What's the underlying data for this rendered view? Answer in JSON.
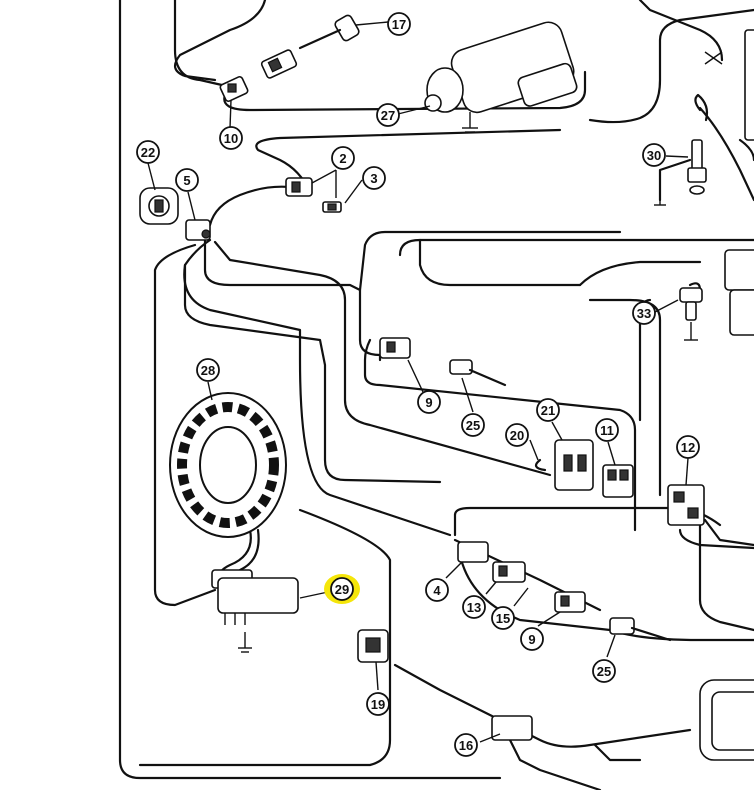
{
  "title": "",
  "highlight_color": "#f5e60a",
  "callouts": [
    {
      "id": "c17",
      "label": "17",
      "highlight": false
    },
    {
      "id": "c10",
      "label": "10",
      "highlight": false
    },
    {
      "id": "c27",
      "label": "27",
      "highlight": false
    },
    {
      "id": "c22",
      "label": "22",
      "highlight": false
    },
    {
      "id": "c5",
      "label": "5",
      "highlight": false
    },
    {
      "id": "c2",
      "label": "2",
      "highlight": false
    },
    {
      "id": "c3",
      "label": "3",
      "highlight": false
    },
    {
      "id": "c30",
      "label": "30",
      "highlight": false
    },
    {
      "id": "c33",
      "label": "33",
      "highlight": false
    },
    {
      "id": "c28",
      "label": "28",
      "highlight": false
    },
    {
      "id": "c9a",
      "label": "9",
      "highlight": false
    },
    {
      "id": "c25a",
      "label": "25",
      "highlight": false
    },
    {
      "id": "c21",
      "label": "21",
      "highlight": false
    },
    {
      "id": "c20",
      "label": "20",
      "highlight": false
    },
    {
      "id": "c11",
      "label": "11",
      "highlight": false
    },
    {
      "id": "c12",
      "label": "12",
      "highlight": false
    },
    {
      "id": "c29",
      "label": "29",
      "highlight": true
    },
    {
      "id": "c4",
      "label": "4",
      "highlight": false
    },
    {
      "id": "c13",
      "label": "13",
      "highlight": false
    },
    {
      "id": "c15",
      "label": "15",
      "highlight": false
    },
    {
      "id": "c9b",
      "label": "9",
      "highlight": false
    },
    {
      "id": "c25b",
      "label": "25",
      "highlight": false
    },
    {
      "id": "c19",
      "label": "19",
      "highlight": false
    },
    {
      "id": "c16",
      "label": "16",
      "highlight": false
    }
  ]
}
